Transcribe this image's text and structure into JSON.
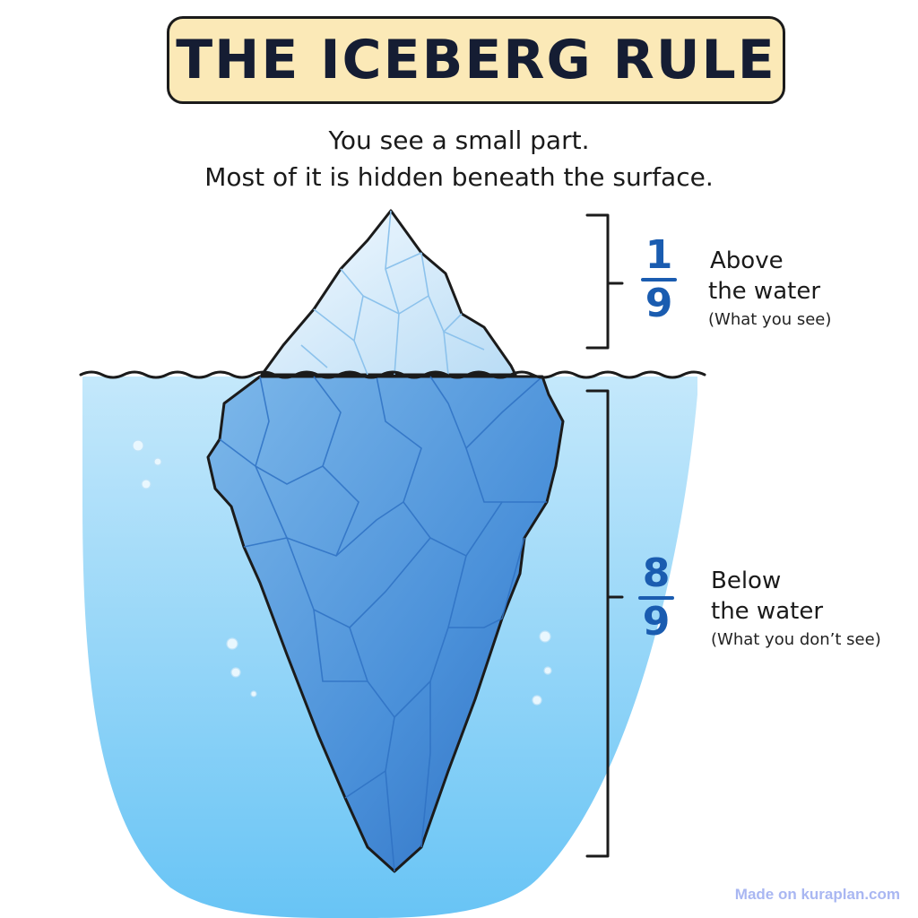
{
  "title": "THE ICEBERG RULE",
  "subtitle": {
    "line1": "You see a small part.",
    "line2": "Most of it is hidden beneath the surface."
  },
  "above": {
    "numerator": "1",
    "denominator": "9",
    "line1": "Above",
    "line2": "the water",
    "note": "(What you see)"
  },
  "below": {
    "numerator": "8",
    "denominator": "9",
    "line1": "Below",
    "line2": "the water",
    "note": "(What you don’t see)"
  },
  "watermark": "Made on kuraplan.com",
  "colors": {
    "title_background": "#fbe9b7",
    "water_top": "#bfe6fb",
    "water_bottom": "#6cc6f5",
    "ice_tip": "#e9f4fc",
    "ice_body": "#4f96dc",
    "fraction_blue": "#1a5cb0",
    "watermark": "#a9b7f2"
  }
}
